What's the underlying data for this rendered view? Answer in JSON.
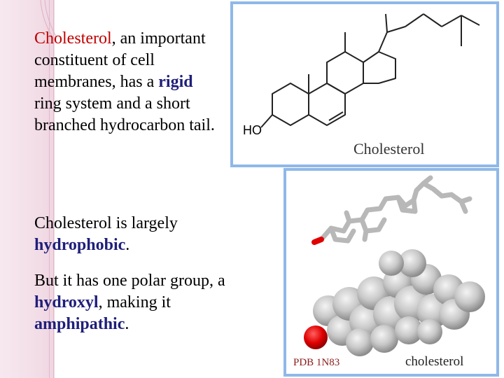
{
  "text": {
    "p1_term": "Cholesterol",
    "p1_rest_a": ", an important constituent of cell membranes, has a ",
    "p1_rigid": "rigid",
    "p1_rest_b": " ring system and a short branched hydrocarbon tail.",
    "p2_a": "Cholesterol is largely ",
    "p2_term": "hydrophobic",
    "p2_b": ".",
    "p3_a": "But it has one polar group, a ",
    "p3_term1": "hydroxyl",
    "p3_b": ", making it ",
    "p3_term2": "amphipathic",
    "p3_c": "."
  },
  "figure_top": {
    "group_label": "HO",
    "caption": "Cholesterol"
  },
  "figure_bottom": {
    "source_label": "PDB 1N83",
    "caption": "cholesterol"
  },
  "colors": {
    "accent_red": "#c00000",
    "accent_blue": "#1f1f7a",
    "panel_border": "#8fb8e8",
    "side_band": "#f3dfe8"
  }
}
